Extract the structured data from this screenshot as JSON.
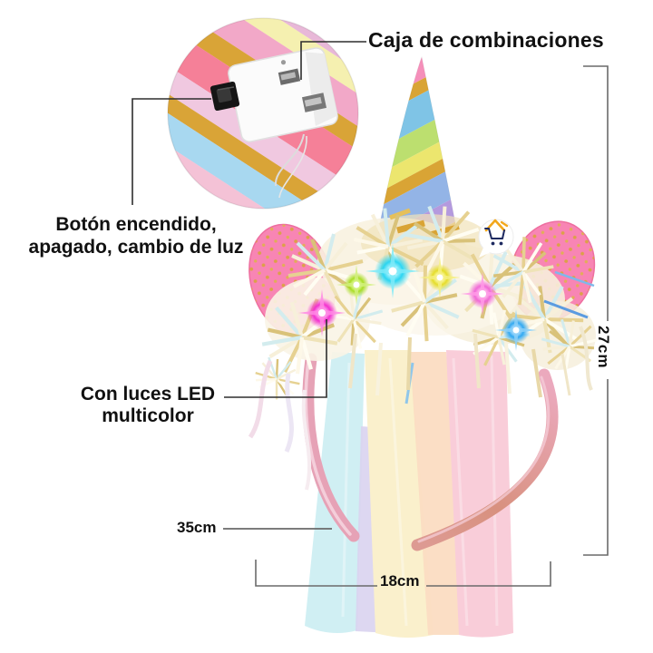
{
  "callouts": {
    "combo_box": {
      "label": "Caja de combinaciones"
    },
    "power_button": {
      "line1": "Botón encendido,",
      "line2": "apagado, cambio de luz"
    },
    "led_lights": {
      "line1": "Con luces LED",
      "line2": "multicolor"
    }
  },
  "measurements": {
    "height": "27cm",
    "width": "18cm",
    "band": "35cm"
  },
  "icons": {
    "watermark": "cart-house-logo",
    "inset": "battery-box-closeup"
  },
  "colors": {
    "background": "#ffffff",
    "text": "#111111",
    "callout_line": "#2e2e2e",
    "measure_line": "#6a6a6a",
    "headband_pink": "#e6a2b6",
    "ear_pink": "#f885b4",
    "gold": "#d9a435",
    "led_colors": [
      "#22d4f2",
      "#a6dc1e",
      "#e4dc22",
      "#f328cf",
      "#f163d6",
      "#2aa6f2"
    ],
    "ribbon_colors": [
      "#cdeef2",
      "#d9d3ef",
      "#faf0cc",
      "#fbdcc2",
      "#f9cdd9"
    ]
  }
}
